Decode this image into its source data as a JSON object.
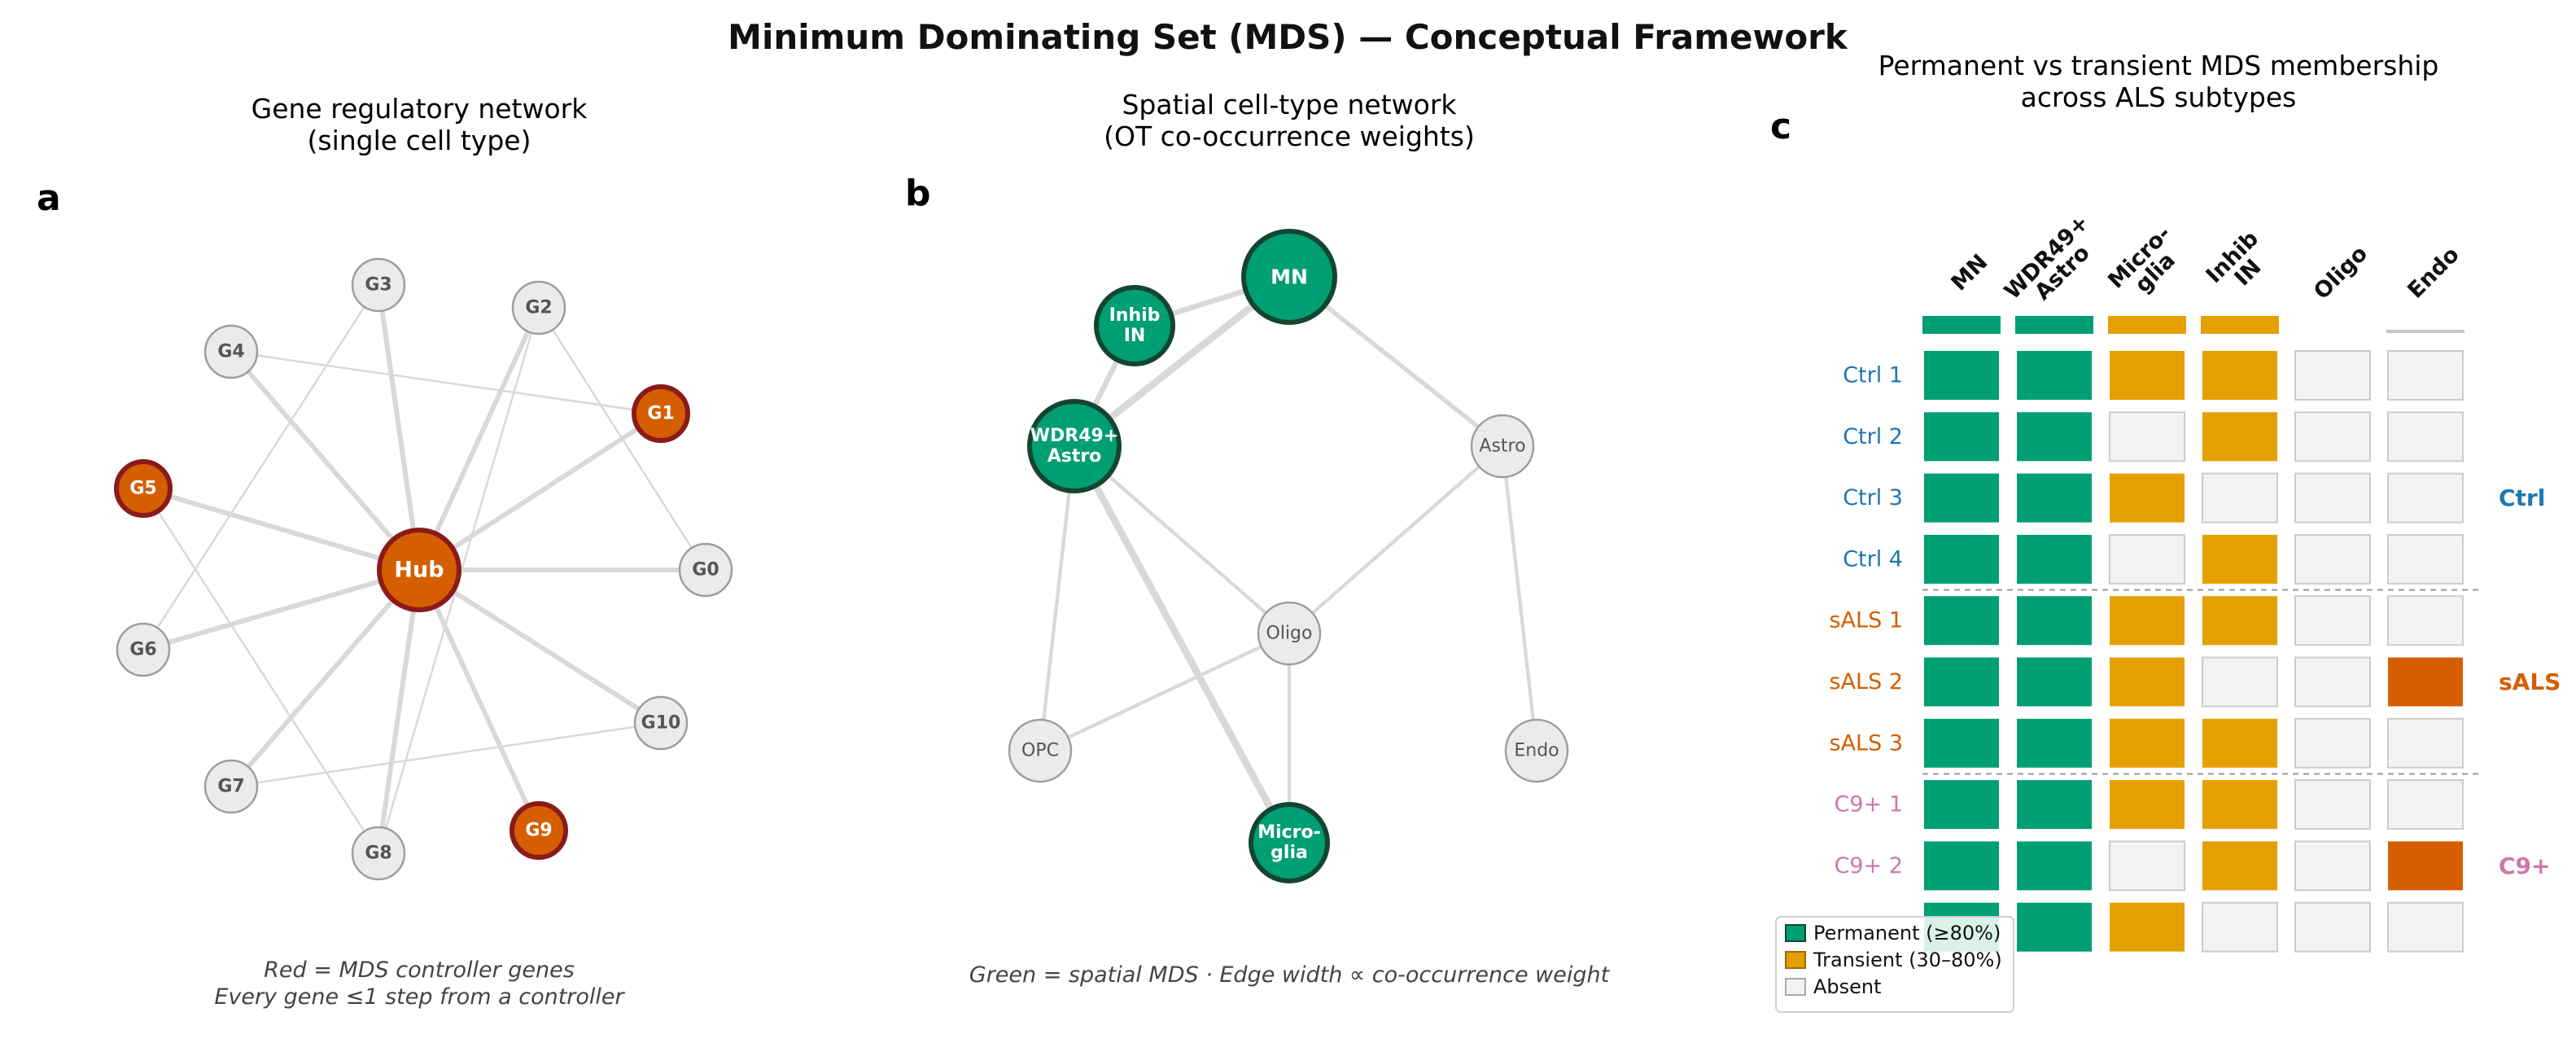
{
  "title": "Minimum Dominating Set (MDS) — Conceptual Framework",
  "colors": {
    "controller": "#D55E00",
    "controller_stroke": "#8B1A1A",
    "mds": "#009E73",
    "mds_stroke": "#14452F",
    "transient": "#E69F00",
    "absent": "#F2F2F2",
    "absent_stroke": "#CCCCCC",
    "node_gray": "#EBEBEB",
    "node_gray_stroke": "#9E9E9E",
    "edge": "#D9D9D9",
    "ctrl": "#1F77B4",
    "sals": "#D55E00",
    "c9": "#CC79A7"
  },
  "panel_a": {
    "letter": "a",
    "title_lines": [
      "Gene regulatory network",
      "(single cell type)"
    ],
    "caption_lines": [
      "Red = MDS controller genes",
      "Every gene ≤1 step from a controller"
    ],
    "nodes": [
      {
        "id": "Hub",
        "label": "Hub",
        "controller": true
      },
      {
        "id": "G0",
        "label": "G0",
        "controller": false
      },
      {
        "id": "G1",
        "label": "G1",
        "controller": true
      },
      {
        "id": "G2",
        "label": "G2",
        "controller": false
      },
      {
        "id": "G3",
        "label": "G3",
        "controller": false
      },
      {
        "id": "G4",
        "label": "G4",
        "controller": false
      },
      {
        "id": "G5",
        "label": "G5",
        "controller": true
      },
      {
        "id": "G6",
        "label": "G6",
        "controller": false
      },
      {
        "id": "G7",
        "label": "G7",
        "controller": false
      },
      {
        "id": "G8",
        "label": "G8",
        "controller": false
      },
      {
        "id": "G9",
        "label": "G9",
        "controller": true
      },
      {
        "id": "G10",
        "label": "G10",
        "controller": false
      }
    ],
    "edges": [
      {
        "s": "Hub",
        "t": "G0",
        "w": 2
      },
      {
        "s": "Hub",
        "t": "G1",
        "w": 2
      },
      {
        "s": "Hub",
        "t": "G2",
        "w": 2
      },
      {
        "s": "Hub",
        "t": "G3",
        "w": 2
      },
      {
        "s": "Hub",
        "t": "G4",
        "w": 2
      },
      {
        "s": "Hub",
        "t": "G5",
        "w": 2
      },
      {
        "s": "Hub",
        "t": "G6",
        "w": 2
      },
      {
        "s": "Hub",
        "t": "G7",
        "w": 2
      },
      {
        "s": "Hub",
        "t": "G8",
        "w": 2
      },
      {
        "s": "Hub",
        "t": "G9",
        "w": 2
      },
      {
        "s": "Hub",
        "t": "G10",
        "w": 2
      },
      {
        "s": "G4",
        "t": "G1",
        "w": 1
      },
      {
        "s": "G3",
        "t": "G6",
        "w": 1
      },
      {
        "s": "G2",
        "t": "G8",
        "w": 1
      },
      {
        "s": "G2",
        "t": "G0",
        "w": 1
      },
      {
        "s": "G5",
        "t": "G8",
        "w": 1
      },
      {
        "s": "G7",
        "t": "G10",
        "w": 1
      }
    ]
  },
  "panel_b": {
    "letter": "b",
    "title_lines": [
      "Spatial cell-type network",
      "(OT co-occurrence weights)"
    ],
    "caption": "Green = spatial MDS  ·  Edge width ∝ co-occurrence weight",
    "nodes": [
      {
        "id": "MN",
        "label_lines": [
          "MN"
        ],
        "mds": true
      },
      {
        "id": "InhibIN",
        "label_lines": [
          "Inhib",
          "IN"
        ],
        "mds": true
      },
      {
        "id": "WDR",
        "label_lines": [
          "WDR49+",
          "Astro"
        ],
        "mds": true
      },
      {
        "id": "Astro",
        "label_lines": [
          "Astro"
        ],
        "mds": false
      },
      {
        "id": "Oligo",
        "label_lines": [
          "Oligo"
        ],
        "mds": false
      },
      {
        "id": "OPC",
        "label_lines": [
          "OPC"
        ],
        "mds": false
      },
      {
        "id": "Endo",
        "label_lines": [
          "Endo"
        ],
        "mds": false
      },
      {
        "id": "Micro",
        "label_lines": [
          "Micro-",
          "glia"
        ],
        "mds": true
      }
    ],
    "edges": [
      {
        "s": "MN",
        "t": "InhibIN",
        "w": 3
      },
      {
        "s": "MN",
        "t": "WDR",
        "w": 4
      },
      {
        "s": "InhibIN",
        "t": "WDR",
        "w": 3
      },
      {
        "s": "MN",
        "t": "Astro",
        "w": 2.5
      },
      {
        "s": "Astro",
        "t": "Oligo",
        "w": 2
      },
      {
        "s": "Astro",
        "t": "Endo",
        "w": 2
      },
      {
        "s": "WDR",
        "t": "Oligo",
        "w": 2
      },
      {
        "s": "WDR",
        "t": "OPC",
        "w": 2
      },
      {
        "s": "WDR",
        "t": "Micro",
        "w": 4
      },
      {
        "s": "Oligo",
        "t": "OPC",
        "w": 2
      },
      {
        "s": "Oligo",
        "t": "Micro",
        "w": 2
      }
    ]
  },
  "panel_c": {
    "letter": "c",
    "title_lines": [
      "Permanent vs transient MDS membership",
      "across ALS subtypes"
    ],
    "columns": [
      {
        "lines": [
          "MN"
        ],
        "top": "P"
      },
      {
        "lines": [
          "WDR49+",
          "Astro"
        ],
        "top": "P"
      },
      {
        "lines": [
          "Micro-",
          "glia"
        ],
        "top": "T"
      },
      {
        "lines": [
          "Inhib",
          "IN"
        ],
        "top": "T"
      },
      {
        "lines": [
          "Oligo"
        ],
        "top": "N"
      },
      {
        "lines": [
          "Endo"
        ],
        "top": "L"
      }
    ],
    "rows": [
      {
        "label": "Ctrl 1",
        "group": "ctrl",
        "cells": [
          "P",
          "P",
          "T",
          "T",
          "A",
          "A"
        ]
      },
      {
        "label": "Ctrl 2",
        "group": "ctrl",
        "cells": [
          "P",
          "P",
          "A",
          "T",
          "A",
          "A"
        ]
      },
      {
        "label": "Ctrl 3",
        "group": "ctrl",
        "cells": [
          "P",
          "P",
          "T",
          "A",
          "A",
          "A"
        ]
      },
      {
        "label": "Ctrl 4",
        "group": "ctrl",
        "cells": [
          "P",
          "P",
          "A",
          "T",
          "A",
          "A"
        ]
      },
      {
        "label": "sALS 1",
        "group": "sals",
        "cells": [
          "P",
          "P",
          "T",
          "T",
          "A",
          "A"
        ]
      },
      {
        "label": "sALS 2",
        "group": "sals",
        "cells": [
          "P",
          "P",
          "T",
          "A",
          "A",
          "X"
        ]
      },
      {
        "label": "sALS 3",
        "group": "sals",
        "cells": [
          "P",
          "P",
          "T",
          "T",
          "A",
          "A"
        ]
      },
      {
        "label": "C9+ 1",
        "group": "c9",
        "cells": [
          "P",
          "P",
          "T",
          "T",
          "A",
          "A"
        ]
      },
      {
        "label": "C9+ 2",
        "group": "c9",
        "cells": [
          "P",
          "P",
          "A",
          "T",
          "A",
          "X"
        ]
      },
      {
        "label": "",
        "group": "c9",
        "cells": [
          "P",
          "P",
          "T",
          "A",
          "A",
          "A"
        ]
      }
    ],
    "groups": [
      {
        "key": "ctrl",
        "label": "Ctrl"
      },
      {
        "key": "sals",
        "label": "sALS"
      },
      {
        "key": "c9",
        "label": "C9+"
      }
    ],
    "legend": [
      {
        "key": "P",
        "label": "Permanent (≥80%)"
      },
      {
        "key": "T",
        "label": "Transient (30–80%)"
      },
      {
        "key": "A",
        "label": "Absent"
      }
    ]
  }
}
